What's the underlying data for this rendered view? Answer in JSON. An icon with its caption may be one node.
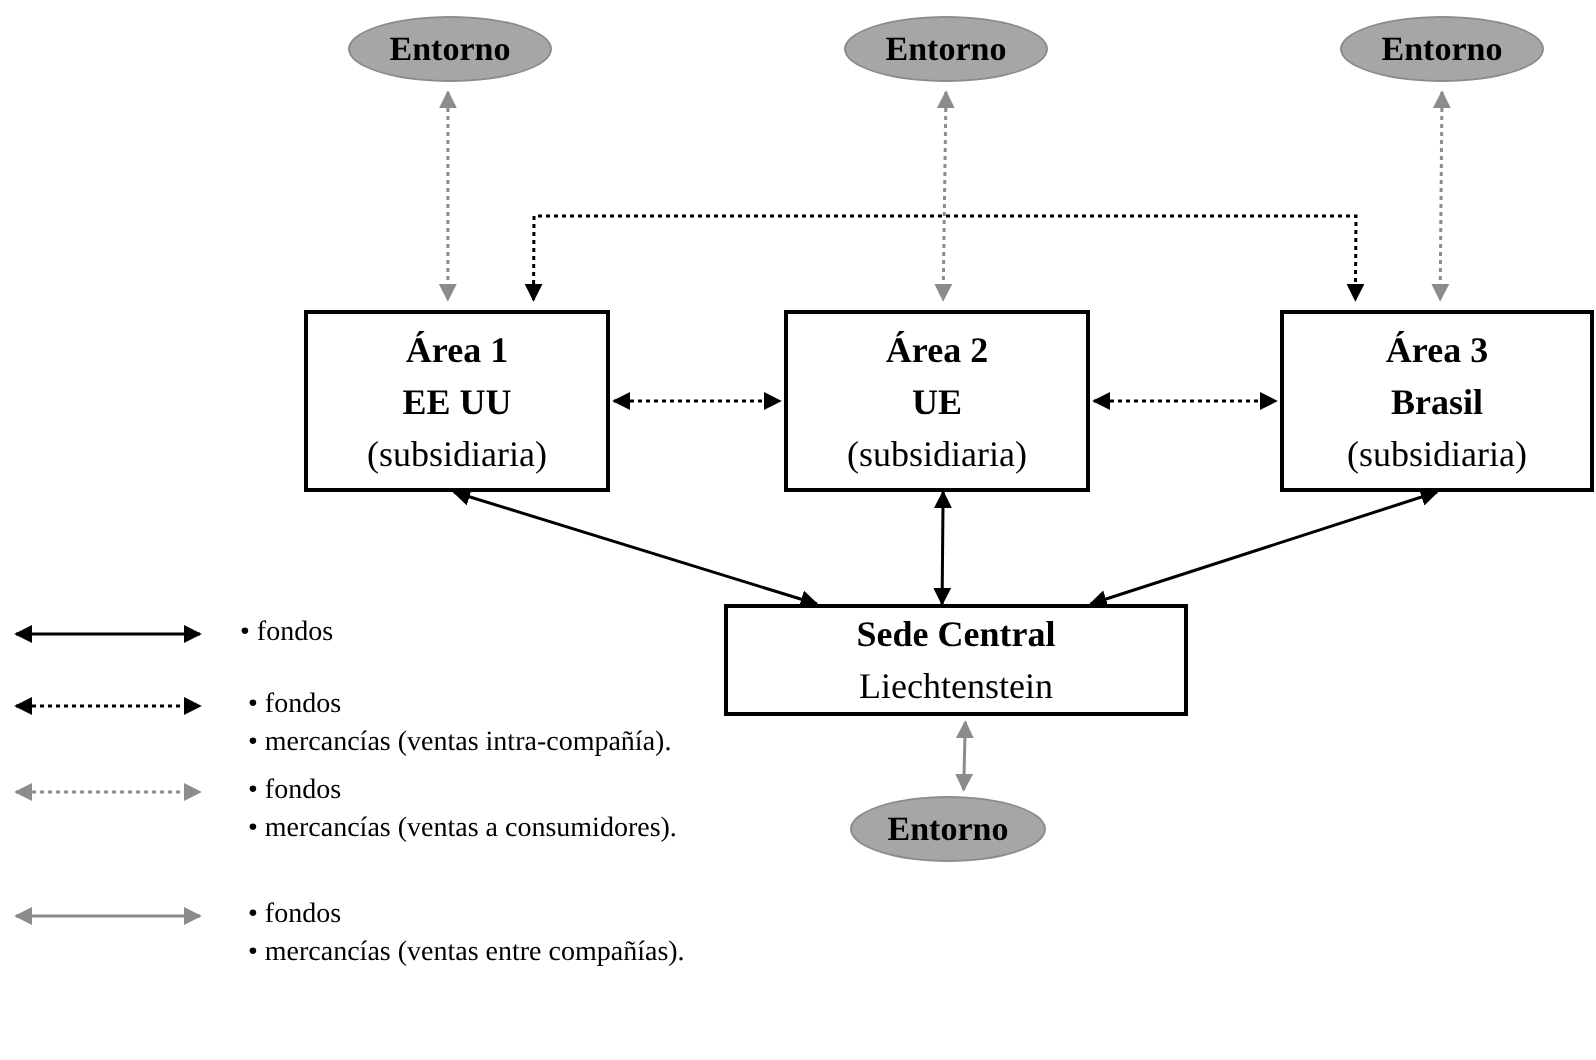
{
  "diagram": {
    "nodes": [
      {
        "text": [
          "Entorno"
        ]
      },
      {
        "text": [
          "Entorno"
        ]
      },
      {
        "text": [
          "Entorno"
        ]
      },
      {
        "text": [
          "Área 1",
          "EE UU",
          "(subsidiaria)"
        ]
      },
      {
        "text": [
          "Área 2",
          "UE",
          "(subsidiaria)"
        ]
      },
      {
        "text": [
          "Área 3",
          "Brasil",
          "(subsidiaria)"
        ]
      },
      {
        "text": [
          "Sede Central",
          "Liechtenstein"
        ]
      },
      {
        "text": [
          "Entorno"
        ]
      }
    ],
    "edges": [
      {
        "from": 0,
        "to": 3,
        "arrow": "both",
        "style": "dashed",
        "color": "#8c8c8c"
      },
      {
        "from": 1,
        "to": 4,
        "arrow": "both",
        "style": "dashed",
        "color": "#8c8c8c"
      },
      {
        "from": 2,
        "to": 5,
        "arrow": "both",
        "style": "dashed",
        "color": "#8c8c8c"
      },
      {
        "from": 3,
        "to": 5,
        "arrow": "both",
        "style": "dashed"
      },
      {
        "from": 3,
        "to": 4,
        "arrow": "both",
        "style": "dashed"
      },
      {
        "from": 4,
        "to": 5,
        "arrow": "both",
        "style": "dashed"
      },
      {
        "from": 3,
        "to": 6,
        "arrow": "both"
      },
      {
        "from": 4,
        "to": 6,
        "arrow": "both"
      },
      {
        "from": 5,
        "to": 6,
        "arrow": "both"
      },
      {
        "from": 6,
        "to": 7,
        "arrow": "both",
        "color": "#8c8c8c"
      }
    ],
    "legend": [
      {
        "text": "• fondos"
      },
      {
        "text": "• fondos"
      },
      {
        "text": "• mercancías (ventas intra-compañía)."
      },
      {
        "text": "• fondos"
      },
      {
        "text": "• mercancías (ventas a consumidores)."
      },
      {
        "text": "• fondos"
      },
      {
        "text": "• mercancías (ventas entre compañías)."
      }
    ]
  }
}
